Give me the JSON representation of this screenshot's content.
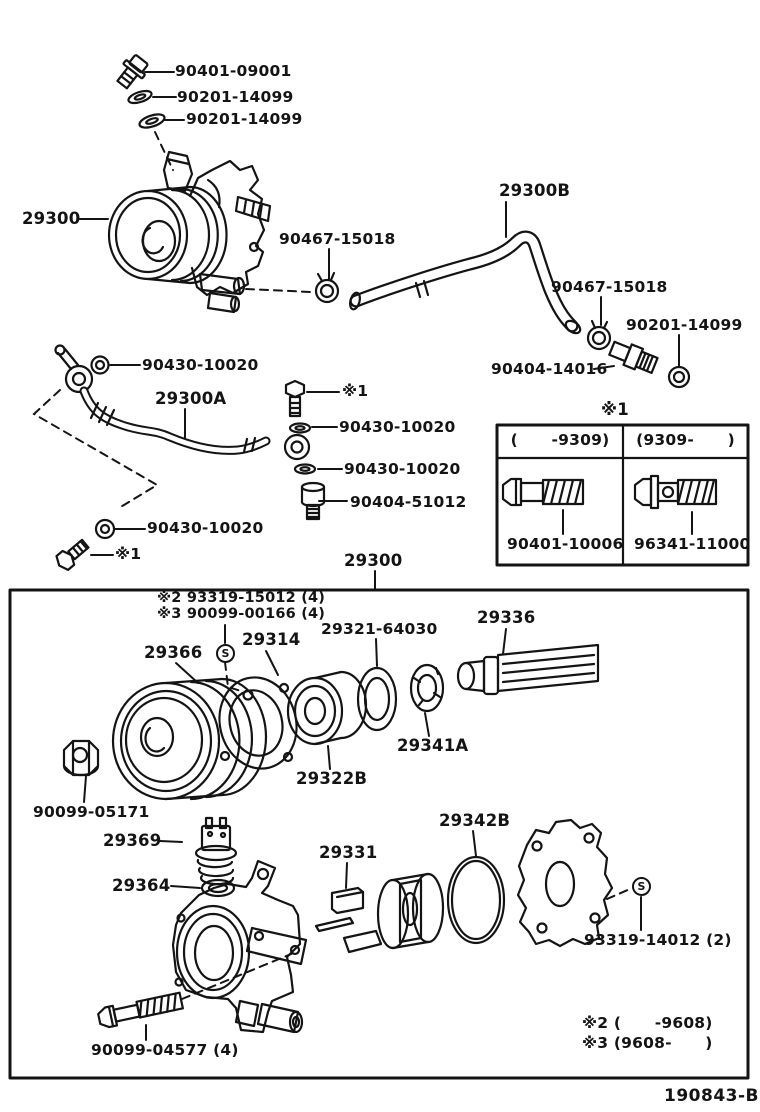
{
  "figure_code": "190843-B",
  "markers": {
    "screw": "S"
  },
  "callouts": {
    "bolt_90401_09001": "90401-09001",
    "washer_90201_14099_a": "90201-14099",
    "washer_90201_14099_b": "90201-14099",
    "pump_29300": "29300",
    "clamp_90467_15018_a": "90467-15018",
    "hose_29300b": "29300B",
    "clamp_90467_15018_b": "90467-15018",
    "washer_90201_14099_c": "90201-14099",
    "union_90404_14016": "90404-14016",
    "gasket_90430_10020_a": "90430-10020",
    "pipe_29300a": "29300A",
    "note1_a": "※1",
    "gasket_90430_10020_b": "90430-10020",
    "gasket_90430_10020_c": "90430-10020",
    "union_90404_51012": "90404-51012",
    "gasket_90430_10020_d": "90430-10020",
    "note1_b": "※1",
    "pump_29300_box": "29300",
    "note2_part": "※2 93319-15012 (4)",
    "note3_part": "※3 90099-00166 (4)",
    "pulley_29366": "29366",
    "plate_29314": "29314",
    "gasket_29321_64030": "29321-64030",
    "shaft_29336": "29336",
    "bearing_29341a": "29341A",
    "bearing_29322b": "29322B",
    "nut_90099_05171": "90099-05171",
    "valve_29369": "29369",
    "seal_29364": "29364",
    "vane_29331": "29331",
    "oring_29342b": "29342B",
    "screw_93319_14012": "93319-14012 (2)",
    "bolt_90099_04577": "90099-04577 (4)"
  },
  "table": {
    "note": "※1",
    "columns": [
      {
        "range": "(      -9309)",
        "part": "90401-10006"
      },
      {
        "range": "(9309-      )",
        "part": "96341-11000"
      }
    ]
  },
  "footnotes": {
    "note2_range": "※2 (      -9608)",
    "note3_range": "※3 (9608-      )"
  }
}
